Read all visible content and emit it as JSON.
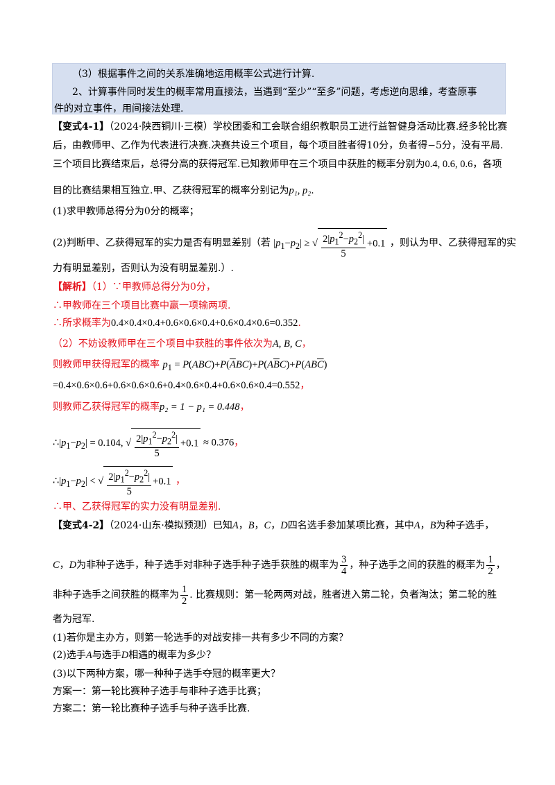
{
  "box": {
    "line1": "（3）根据事件之间的关系准确地运用概率公式进行计算.",
    "line2": "2、计算事件同时发生的概率常用直接法，当遇到“至少”“至多”问题，考虑逆向思维，考查原事",
    "line3": "件的对立事件，用间接法处理."
  },
  "v41": {
    "tag": "【变式4-1】",
    "p1": "（2024·陕西铜川·三模）学校团委和工会联合组织教职员工进行益智健身活动比赛.经多轮比赛",
    "p2": "后，由教师甲、乙作为代表进行决赛.决赛共设三个项目，每个项目胜者得10分，负者得−5分，没有平局.",
    "p3a": "三个项目比赛结束后，总得分高的获得冠军.已知教师甲在三个项目中获胜的概率分别为",
    "p3m": "0.4, 0.6, 0.6",
    "p3b": "，各项",
    "p4a": "目的比赛结果相互独立.甲、乙获得冠军的概率分别记为",
    "p4m": "p₁, p₂",
    "p4b": ".",
    "q1": "(1)求甲教师总得分为0分的概率；",
    "q2a": "(2)判断甲、乙获得冠军的实力是否有明显差别（若",
    "q2b": "，则认为甲、乙获得冠军的实",
    "q2c": "力有明显差别，否则认为没有明显差别.）."
  },
  "sol": {
    "tag": "【解析】",
    "l1": "（1）∵甲教师总得分为0分，",
    "l2": "∴甲教师在三个项目比赛中赢一项输两项.",
    "l3a": "∴所求概率为",
    "l3m": "0.4×0.4×0.4+0.6×0.6×0.4+0.6×0.4×0.6=0.352",
    "l3b": ".",
    "l4a": "（2）不妨设教师甲在三个项目中获胜的事件依次为",
    "l4m": "A, B, C",
    "l4b": "，",
    "l5a": "则教师甲获得冠军的概率",
    "l6m": "=0.4×0.6×0.6+0.6×0.6×0.6+0.4×0.6×0.4+0.6×0.6×0.4=0.552",
    "l6b": "，",
    "l7a": "则教师乙获得冠军的概率",
    "l7m": "p₂ = 1 − p₁ = 0.448",
    "l7b": "，",
    "l8b": "≈ 0.376",
    "l8c": "，",
    "l9c": "，",
    "l10": "∴甲、乙获得冠军的实力没有明显差别."
  },
  "v42": {
    "tag": "【变式4-2】",
    "p1a": "（2024·山东·模拟预测）已知",
    "p1b": "四名选手参加某项比赛，其中",
    "p1c": "为种子选手，",
    "p2a": "为非种子选手，种子选手对非种子选手种子选手获胜的概率为",
    "p2b": "，种子选手之间的获胜的概率为",
    "p2c": "，",
    "p3a": "非种子选手之间获胜的概率为",
    "p3b": ". 比赛规则：第一轮两两对战，胜者进入第二轮，负者淘汰；第二轮的胜",
    "p4": "者为冠军.",
    "q1": "(1)若你是主办方，则第一轮选手的对战安排一共有多少不同的方案？",
    "q2a": "(2)选手",
    "q2b": "与选手",
    "q2c": "相遇的概率为多少？",
    "q3": "(3)以下两种方案，哪一种种子选手夺冠的概率更大？",
    "s1": "方案一：第一轮比赛种子选手与非种子选手比赛；",
    "s2": "方案二：第一轮比赛种子选手与种子选手比赛."
  }
}
